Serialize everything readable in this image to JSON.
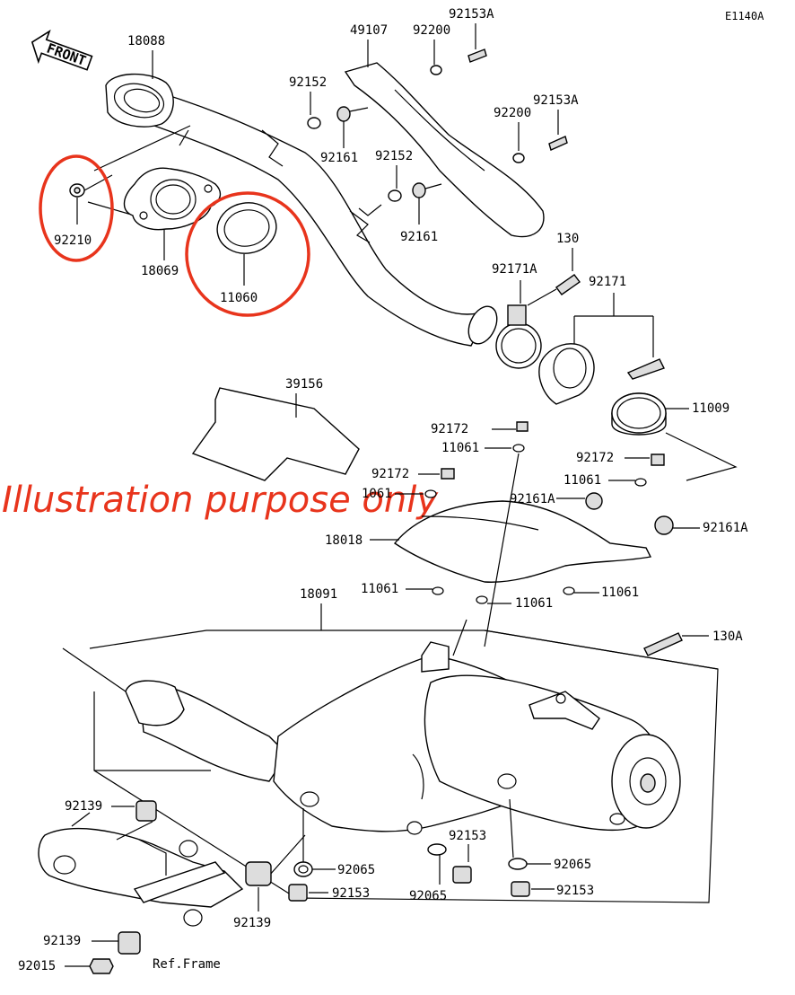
{
  "diagram_code": "E1140A",
  "front_label": "FRONT",
  "watermark_note": "Illustration purpose only",
  "highlight_color": "#e8341c",
  "part_labels": {
    "p18088": "18088",
    "p49107": "49107",
    "p92200a": "92200",
    "p92153a_1": "92153A",
    "p92152a": "92152",
    "p92161a": "92161",
    "p92200b": "92200",
    "p92153a_2": "92153A",
    "p92152b": "92152",
    "p92161b": "92161",
    "p92210": "92210",
    "p18069": "18069",
    "p11060": "11060",
    "p130": "130",
    "p92171a": "92171A",
    "p92171": "92171",
    "p11009": "11009",
    "p39156": "39156",
    "p92172a": "92172",
    "p11061a": "11061",
    "p92172b": "92172",
    "p11061b": "1061",
    "p92161a_1": "92161A",
    "p92172c": "92172",
    "p11061c": "11061",
    "p18018": "18018",
    "p92161a_2": "92161A",
    "p11061d": "11061",
    "p11061e": "11061",
    "p11061f": "11061",
    "p18091": "18091",
    "p130a": "130A",
    "p92139a": "92139",
    "p92065a": "92065",
    "p92153b": "92153",
    "p92153c": "92153",
    "p92065b": "92065",
    "p92065c": "92065",
    "p92153d": "92153",
    "p92139b": "92139",
    "p92139c": "92139",
    "p92015": "92015",
    "ref_frame": "Ref.Frame"
  }
}
